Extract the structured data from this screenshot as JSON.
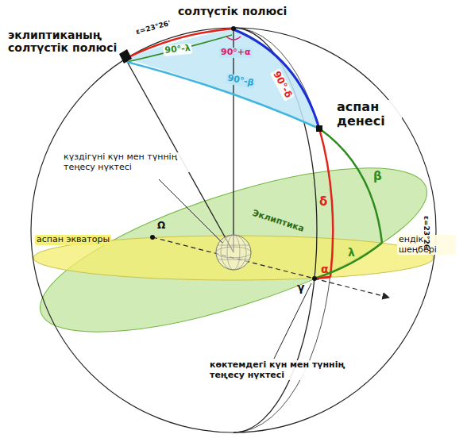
{
  "diagram": {
    "labels": [
      "солтүстік полюсі",
      "эклиптиканың солтүстік полюсі",
      "ε=23°26'",
      "90°-λ",
      "90°+α",
      "90°-δ",
      "90°-β",
      "аспан денесі",
      "δ",
      "β",
      "күздігүні күн мен түннің теңесу нүктесі",
      "Ω",
      "Эклиптика",
      "аспан экваторы",
      "ендік шеңбері",
      "λ",
      "α",
      "γ",
      "көктемдегі күн мен түннің теңесу нүктесі",
      "ε=23°26'"
    ]
  }
}
